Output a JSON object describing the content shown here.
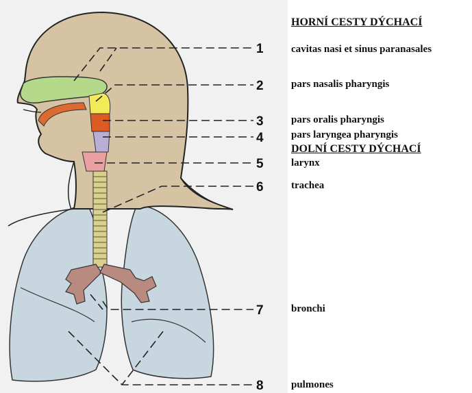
{
  "headings": {
    "upper": "HORNÍ CESTY DÝCHACÍ",
    "lower": "DOLNÍ CESTY DÝCHACÍ"
  },
  "numbers": [
    "1",
    "2",
    "3",
    "4",
    "5",
    "6",
    "7",
    "8"
  ],
  "terms": {
    "t1": "cavitas nasi et sinus paranasales",
    "t2": "pars nasalis pharyngis",
    "t3": "pars oralis pharyngis",
    "t4": "pars laryngea pharyngis",
    "t5": "larynx",
    "t6": "trachea",
    "t7": "bronchi",
    "t8": "pulmones"
  },
  "colors": {
    "skin": "#d6c3a4",
    "nasal_cavity": "#b5d98a",
    "nasopharynx": "#f3ea5a",
    "oropharynx": "#dd5a22",
    "laryngopharynx": "#b9aed6",
    "larynx": "#e8a0a0",
    "trachea": "#d9d08a",
    "bronchi": "#b88a80",
    "lungs": "#c8d6e0",
    "background": "#f1f1f1"
  }
}
